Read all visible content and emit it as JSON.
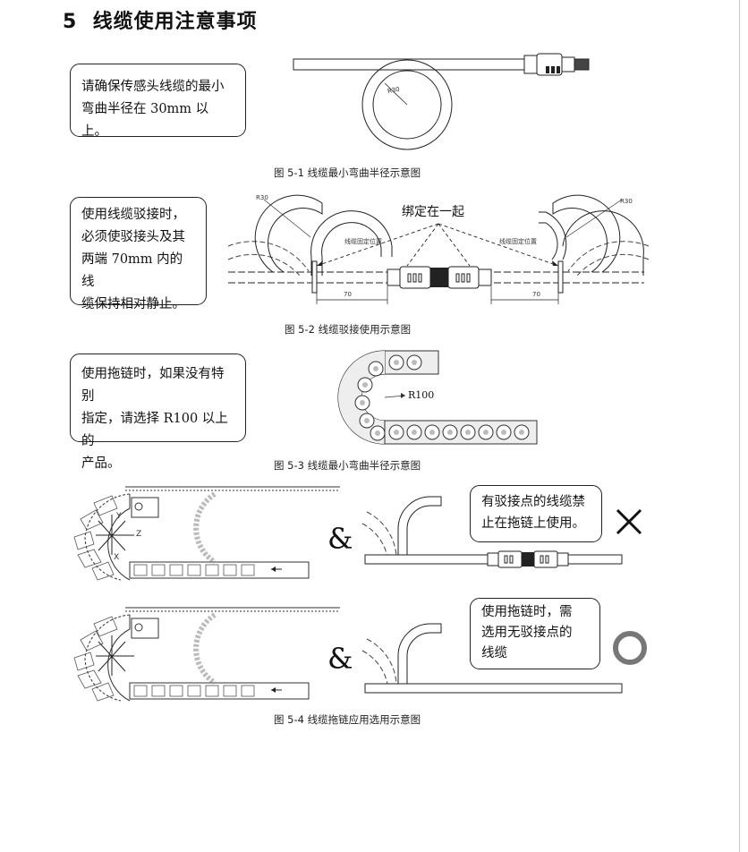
{
  "section": {
    "number": "5",
    "title": "线缆使用注意事项"
  },
  "fig1": {
    "note_lines": [
      "请确保传感头线缆的最小",
      "弯曲半径在 30mm  以上。"
    ],
    "radius_label": "R30",
    "caption": "图 5-1   线缆最小弯曲半径示意图"
  },
  "fig2": {
    "note_lines": [
      "使用线缆驳接时，",
      "必须使驳接头及其",
      "两端 70mm 内的线",
      "缆保持相对静止。"
    ],
    "bind_label": "绑定在一起",
    "fix_label_left": "线缆固定位置",
    "fix_label_right": "线缆固定位置",
    "radius_left": "R30",
    "radius_right": "R30",
    "dim_left": "70",
    "dim_right": "70",
    "caption": "图 5-2   线缆驳接使用示意图"
  },
  "fig3": {
    "note_lines": [
      "使用拖链时，如果没有特别",
      "指定，请选择 R100  以上的",
      "产品。"
    ],
    "radius_label": "R100",
    "caption": "图 5-3   线缆最小弯曲半径示意图"
  },
  "fig4": {
    "amp": "&",
    "bad_note_lines": [
      "有驳接点的线缆禁",
      "止在拖链上使用。"
    ],
    "good_note_lines": [
      "使用拖链时，需",
      "选用无驳接点的",
      "线缆"
    ],
    "bad_mark": "✕",
    "axis_labels": [
      "Y",
      "Z",
      "X"
    ],
    "caption": "图 5-4   线缆拖链应用选用示意图"
  }
}
